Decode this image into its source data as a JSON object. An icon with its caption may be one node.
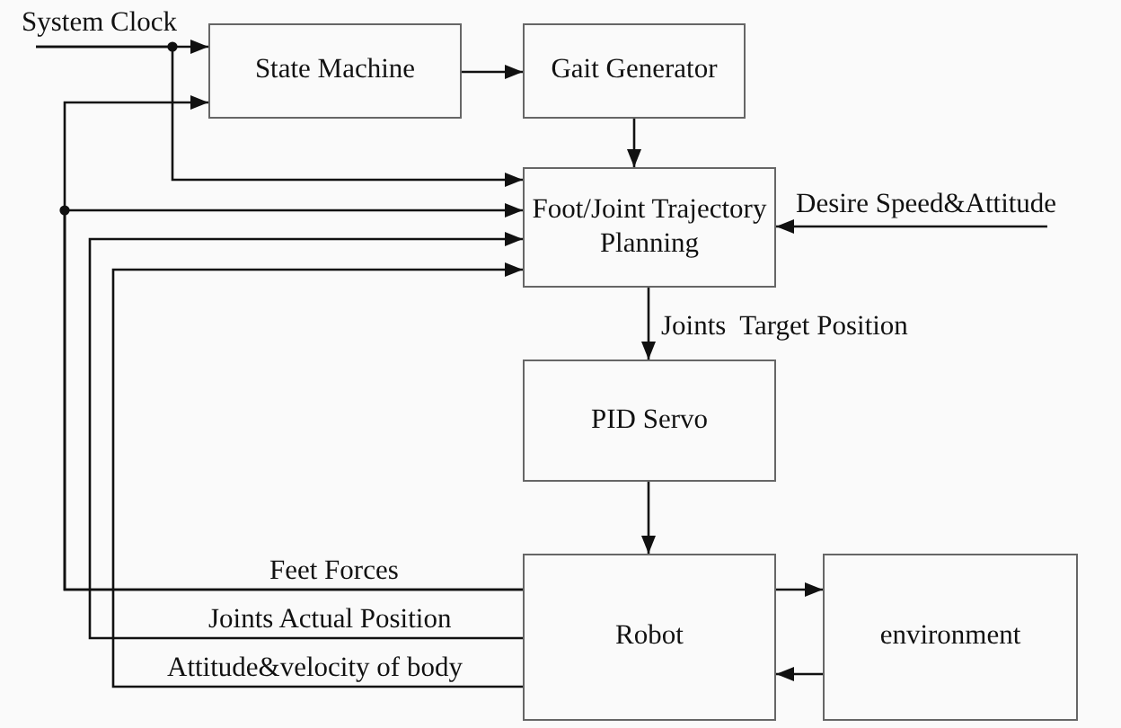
{
  "diagram": {
    "nodes": [
      {
        "text": [
          "System Clock"
        ]
      },
      {
        "text": [
          "State Machine"
        ]
      },
      {
        "text": [
          "Gait Generator"
        ]
      },
      {
        "text": [
          "Foot/Joint Trajectory Planning"
        ]
      },
      {
        "text": [
          "Desire Speed&Attitude"
        ]
      },
      {
        "text": [
          "PID Servo"
        ]
      },
      {
        "text": [
          "Robot"
        ]
      },
      {
        "text": [
          "environment"
        ]
      }
    ],
    "edges": [
      {
        "from": 0,
        "to": 1,
        "arrow": "to"
      },
      {
        "from": 0,
        "to": 3,
        "arrow": "to"
      },
      {
        "from": 1,
        "to": 2,
        "arrow": "to"
      },
      {
        "from": 2,
        "to": 3,
        "arrow": "to"
      },
      {
        "from": 4,
        "to": 3,
        "arrow": "to"
      },
      {
        "from": 3,
        "to": 5,
        "arrow": "to",
        "label": "Joints  Target Position"
      },
      {
        "from": 5,
        "to": 6,
        "arrow": "to"
      },
      {
        "from": 6,
        "to": 1,
        "arrow": "to",
        "label": "Feet Forces"
      },
      {
        "from": 6,
        "to": 3,
        "arrow": "to"
      },
      {
        "from": 6,
        "to": 3,
        "arrow": "to",
        "label": "Joints Actual Position"
      },
      {
        "from": 6,
        "to": 3,
        "arrow": "to",
        "label": "Attitude&velocity of body"
      },
      {
        "from": 6,
        "to": 7,
        "arrow": "to"
      },
      {
        "from": 7,
        "to": 6,
        "arrow": "to"
      }
    ]
  }
}
